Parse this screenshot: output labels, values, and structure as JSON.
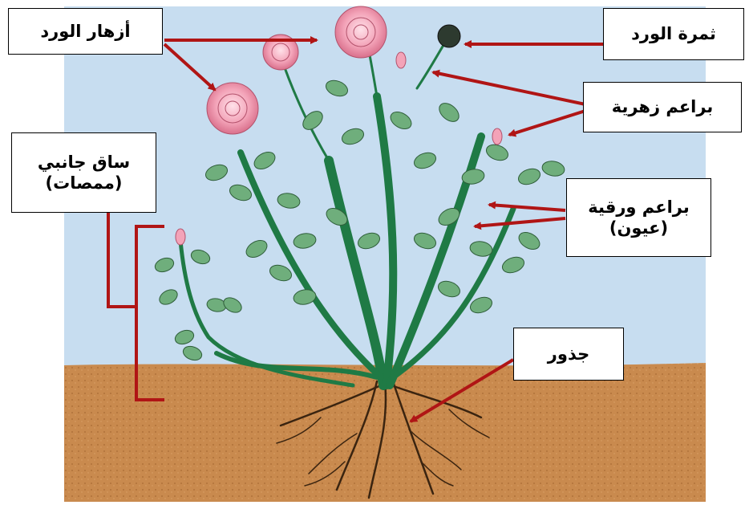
{
  "labels": {
    "rose_flowers": "أزهار الورد",
    "rose_fruit": "ثمرة الورد",
    "flower_buds": "براعم زهرية",
    "side_stem_line1": "ساق جانبي",
    "side_stem_line2": "(ممصات)",
    "leaf_buds_line1": "براعم ورقية",
    "leaf_buds_line2": "(عيون)",
    "roots": "جذور"
  },
  "colors": {
    "sky": "#c7ddf0",
    "soil": "#c98a4e",
    "stem": "#1f7a45",
    "leaf": "#6fae7c",
    "rose": "#f3a3b8",
    "arrow": "#b01515",
    "root": "#3a2410"
  }
}
